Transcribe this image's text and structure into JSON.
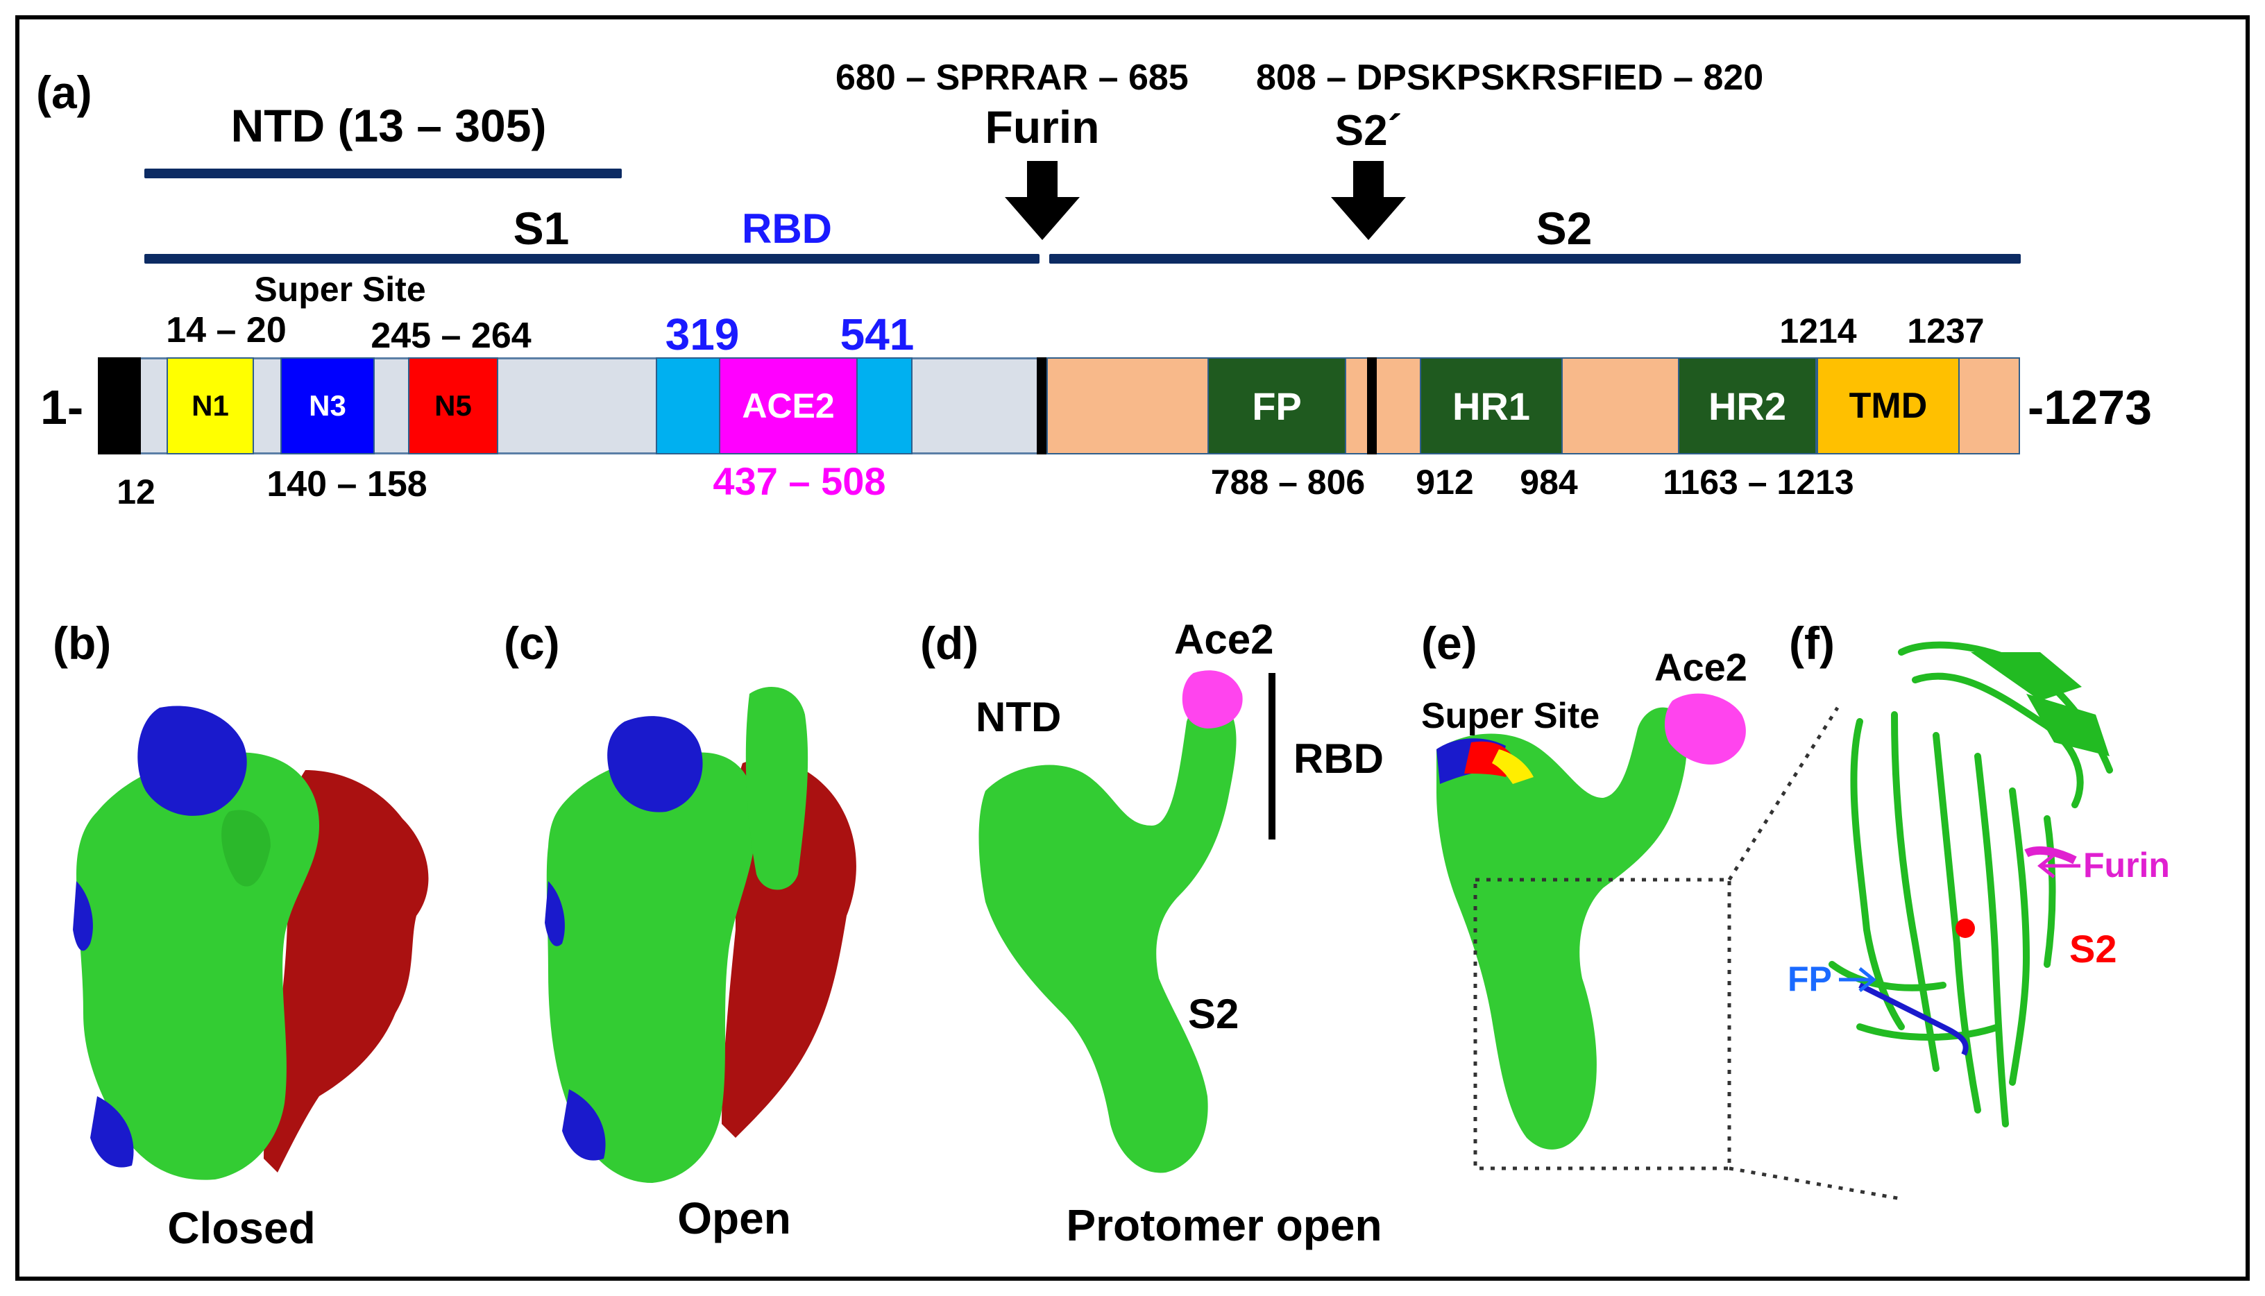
{
  "panel_labels": {
    "a": "(a)",
    "b": "(b)",
    "c": "(c)",
    "d": "(d)",
    "e": "(e)",
    "f": "(f)"
  },
  "domain_map": {
    "ntd_label": "NTD (13 – 305)",
    "s1_label": "S1",
    "rbd_label": "RBD",
    "s2_label": "S2",
    "furin_seq": "680 – SPRRAR – 685",
    "s2p_seq": "808 – DPSKPSKRSFIED – 820",
    "furin_label": "Furin",
    "s2p_label": "S2´",
    "super_site_label": "Super Site",
    "start_label": "1-",
    "end_label": "-1273",
    "segments": {
      "n1": "N1",
      "n3": "N3",
      "n5": "N5",
      "ace2": "ACE2",
      "fp": "FP",
      "hr1": "HR1",
      "hr2": "HR2",
      "tmd": "TMD"
    },
    "numbers": {
      "n1_range": "14 – 20",
      "n5_range": "245 – 264",
      "rbd_start": "319",
      "rbd_end": "541",
      "tmd_start": "1214",
      "tmd_end": "1237",
      "sp_end": "12",
      "n3_range": "140 – 158",
      "ace2_range": "437 – 508",
      "fp_range": "788 – 806",
      "hr1_start": "912",
      "hr1_end": "984",
      "hr2_range": "1163 – 1213"
    }
  },
  "structures": {
    "closed_label": "Closed",
    "open_label": "Open",
    "protomer_label": "Protomer open",
    "d_ntd": "NTD",
    "d_ace2": "Ace2",
    "d_rbd": "RBD",
    "d_s2": "S2",
    "e_super_site": "Super Site",
    "e_ace2": "Ace2",
    "f_furin": "Furin",
    "f_s2": "S2",
    "f_fp": "FP"
  },
  "colors": {
    "navy": "#0c2b63",
    "signal": "#000000",
    "n1": "#ffff00",
    "n3": "#0000ff",
    "n5": "#ff0000",
    "rbd": "#00b0f0",
    "ace2": "#ff00ff",
    "s2_region": "#f8b98a",
    "domain_green": "#1f5a1f",
    "tmd": "#ffc000",
    "protein_green": "#33cc33",
    "protein_red": "#aa1111",
    "protein_blue": "#1a1acc",
    "furin_magenta": "#e020d0"
  }
}
